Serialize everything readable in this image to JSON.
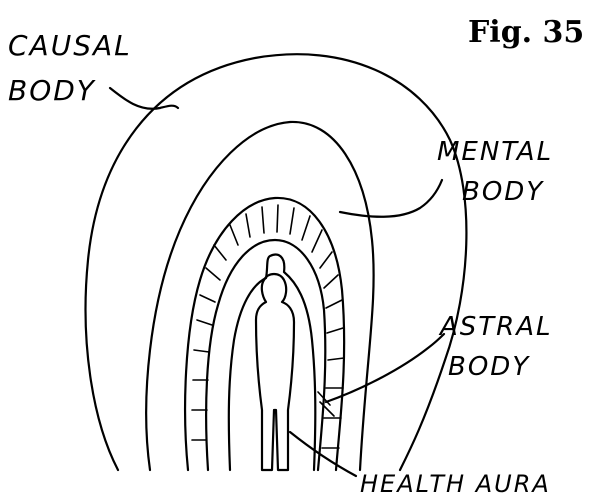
{
  "figure": {
    "label": "Fig. 35"
  },
  "labels": {
    "causal": [
      "CAUSAL",
      "BODY"
    ],
    "mental": [
      "MENTAL",
      "BODY"
    ],
    "astral": [
      "ASTRAL",
      "BODY"
    ],
    "health": "HEALTH AURA"
  }
}
